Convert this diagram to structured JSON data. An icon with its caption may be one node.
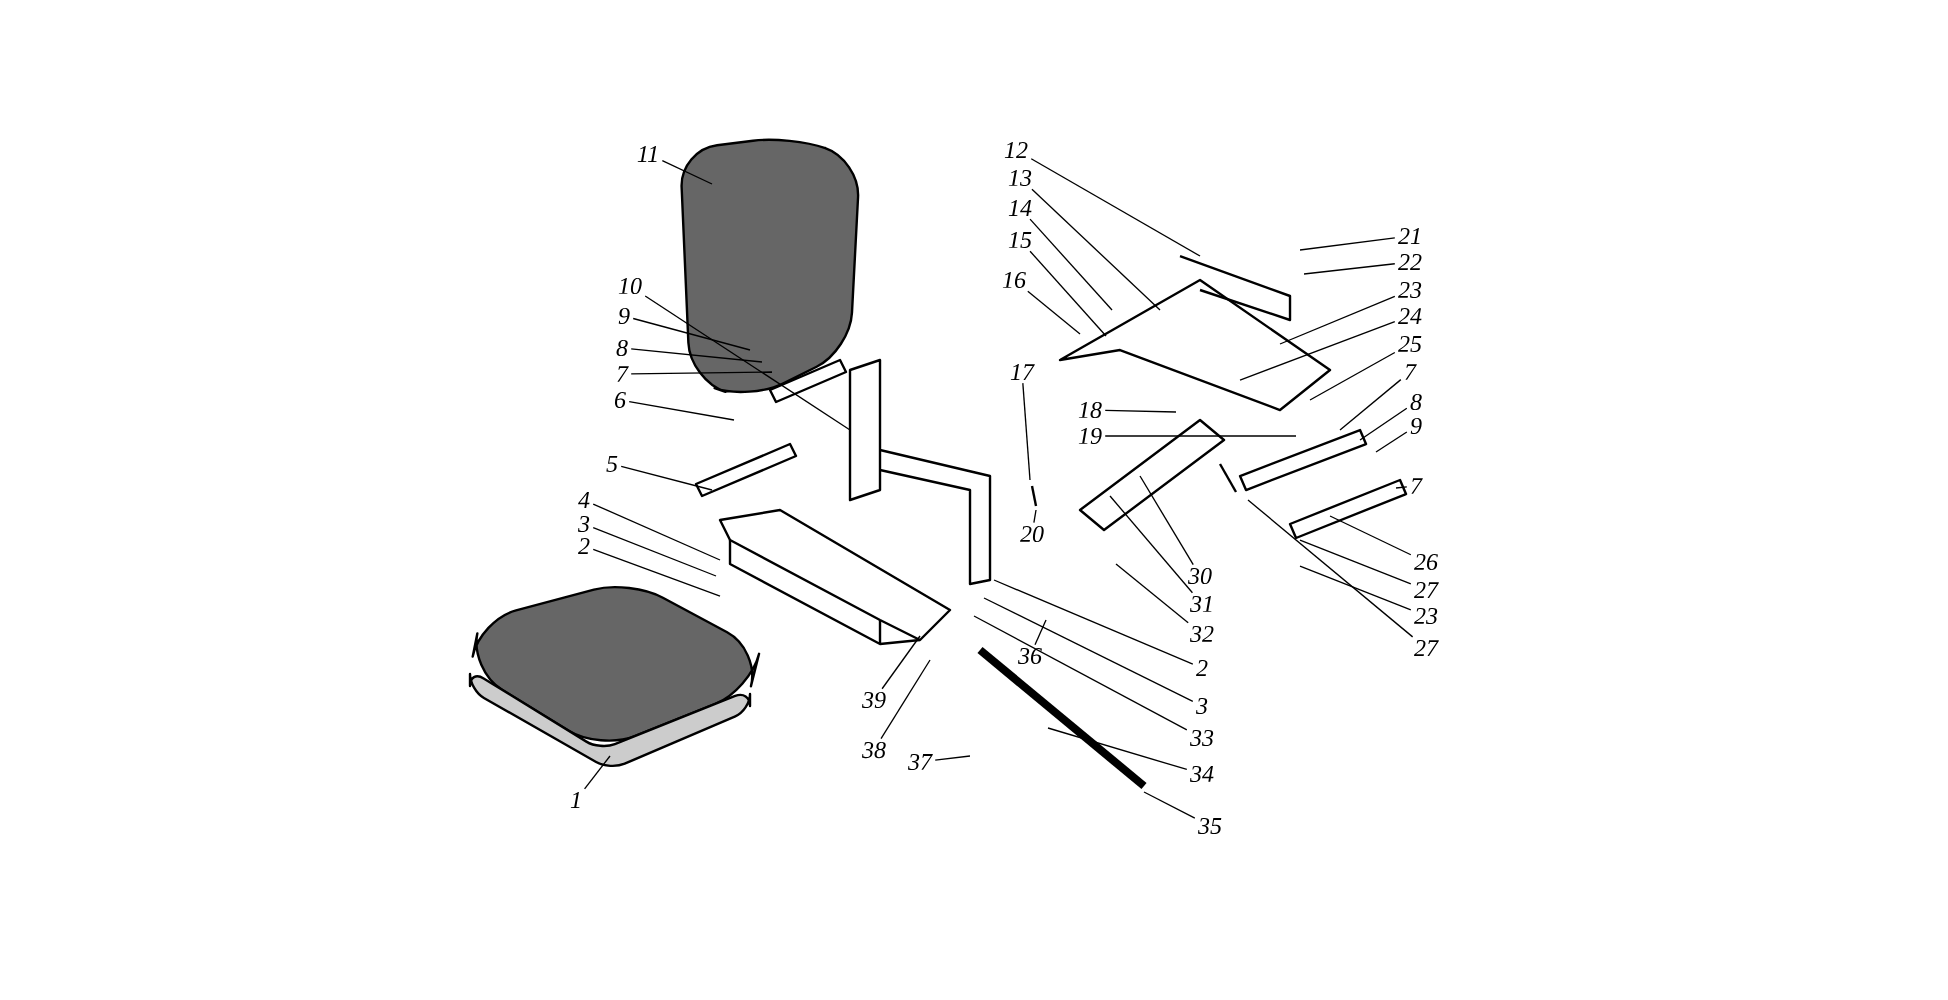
{
  "diagram": {
    "nodes": [
      {
        "text": [
          "11"
        ]
      },
      {
        "text": [
          "10"
        ]
      },
      {
        "text": [
          "9"
        ]
      },
      {
        "text": [
          "8"
        ]
      },
      {
        "text": [
          "7"
        ]
      },
      {
        "text": [
          "6"
        ]
      },
      {
        "text": [
          "5"
        ]
      },
      {
        "text": [
          "4"
        ]
      },
      {
        "text": [
          "3"
        ]
      },
      {
        "text": [
          "2"
        ]
      },
      {
        "text": [
          "1"
        ]
      },
      {
        "text": [
          "39"
        ]
      },
      {
        "text": [
          "38"
        ]
      },
      {
        "text": [
          "37"
        ]
      },
      {
        "text": [
          "12"
        ]
      },
      {
        "text": [
          "13"
        ]
      },
      {
        "text": [
          "14"
        ]
      },
      {
        "text": [
          "15"
        ]
      },
      {
        "text": [
          "16"
        ]
      },
      {
        "text": [
          "17"
        ]
      },
      {
        "text": [
          "18"
        ]
      },
      {
        "text": [
          "19"
        ]
      },
      {
        "text": [
          "20"
        ]
      },
      {
        "text": [
          "36"
        ]
      },
      {
        "text": [
          "21"
        ]
      },
      {
        "text": [
          "22"
        ]
      },
      {
        "text": [
          "23"
        ]
      },
      {
        "text": [
          "24"
        ]
      },
      {
        "text": [
          "25"
        ]
      },
      {
        "text": [
          "7"
        ]
      },
      {
        "text": [
          "8"
        ]
      },
      {
        "text": [
          "9"
        ]
      },
      {
        "text": [
          "7"
        ]
      },
      {
        "text": [
          "26"
        ]
      },
      {
        "text": [
          "27"
        ]
      },
      {
        "text": [
          "23"
        ]
      },
      {
        "text": [
          "27"
        ]
      },
      {
        "text": [
          "30"
        ]
      },
      {
        "text": [
          "31"
        ]
      },
      {
        "text": [
          "32"
        ]
      },
      {
        "text": [
          "2"
        ]
      },
      {
        "text": [
          "3"
        ]
      },
      {
        "text": [
          "33"
        ]
      },
      {
        "text": [
          "34"
        ]
      },
      {
        "text": [
          "35"
        ]
      }
    ],
    "edges": [
      {
        "from": 0,
        "to": null,
        "arrow": "none"
      },
      {
        "from": 1,
        "to": null,
        "arrow": "none"
      },
      {
        "from": 2,
        "to": null,
        "arrow": "none"
      },
      {
        "from": 3,
        "to": null,
        "arrow": "none"
      },
      {
        "from": 4,
        "to": null,
        "arrow": "none"
      },
      {
        "from": 5,
        "to": null,
        "arrow": "none"
      },
      {
        "from": 6,
        "to": null,
        "arrow": "none"
      },
      {
        "from": 7,
        "to": null,
        "arrow": "none"
      },
      {
        "from": 8,
        "to": null,
        "arrow": "none"
      },
      {
        "from": 9,
        "to": null,
        "arrow": "none"
      },
      {
        "from": 10,
        "to": null,
        "arrow": "none"
      },
      {
        "from": 11,
        "to": null,
        "arrow": "none"
      },
      {
        "from": 12,
        "to": null,
        "arrow": "none"
      },
      {
        "from": 13,
        "to": null,
        "arrow": "none"
      },
      {
        "from": 14,
        "to": null,
        "arrow": "none"
      },
      {
        "from": 15,
        "to": null,
        "arrow": "none"
      },
      {
        "from": 16,
        "to": null,
        "arrow": "none"
      },
      {
        "from": 17,
        "to": null,
        "arrow": "none"
      },
      {
        "from": 18,
        "to": null,
        "arrow": "none"
      },
      {
        "from": 19,
        "to": null,
        "arrow": "none"
      },
      {
        "from": 20,
        "to": null,
        "arrow": "none"
      },
      {
        "from": 21,
        "to": null,
        "arrow": "none"
      },
      {
        "from": 22,
        "to": null,
        "arrow": "none"
      },
      {
        "from": 23,
        "to": null,
        "arrow": "none"
      },
      {
        "from": 24,
        "to": null,
        "arrow": "none"
      },
      {
        "from": 25,
        "to": null,
        "arrow": "none"
      },
      {
        "from": 26,
        "to": null,
        "arrow": "none"
      },
      {
        "from": 27,
        "to": null,
        "arrow": "none"
      },
      {
        "from": 28,
        "to": null,
        "arrow": "none"
      },
      {
        "from": 29,
        "to": null,
        "arrow": "none"
      },
      {
        "from": 30,
        "to": null,
        "arrow": "none"
      },
      {
        "from": 31,
        "to": null,
        "arrow": "none"
      },
      {
        "from": 32,
        "to": null,
        "arrow": "none"
      },
      {
        "from": 33,
        "to": null,
        "arrow": "none"
      },
      {
        "from": 34,
        "to": null,
        "arrow": "none"
      },
      {
        "from": 35,
        "to": null,
        "arrow": "none"
      },
      {
        "from": 36,
        "to": null,
        "arrow": "none"
      },
      {
        "from": 37,
        "to": null,
        "arrow": "none"
      },
      {
        "from": 38,
        "to": null,
        "arrow": "none"
      },
      {
        "from": 39,
        "to": null,
        "arrow": "none"
      },
      {
        "from": 40,
        "to": null,
        "arrow": "none"
      },
      {
        "from": 41,
        "to": null,
        "arrow": "none"
      },
      {
        "from": 42,
        "to": null,
        "arrow": "none"
      },
      {
        "from": 43,
        "to": null,
        "arrow": "none"
      },
      {
        "from": 44,
        "to": null,
        "arrow": "none"
      }
    ]
  }
}
